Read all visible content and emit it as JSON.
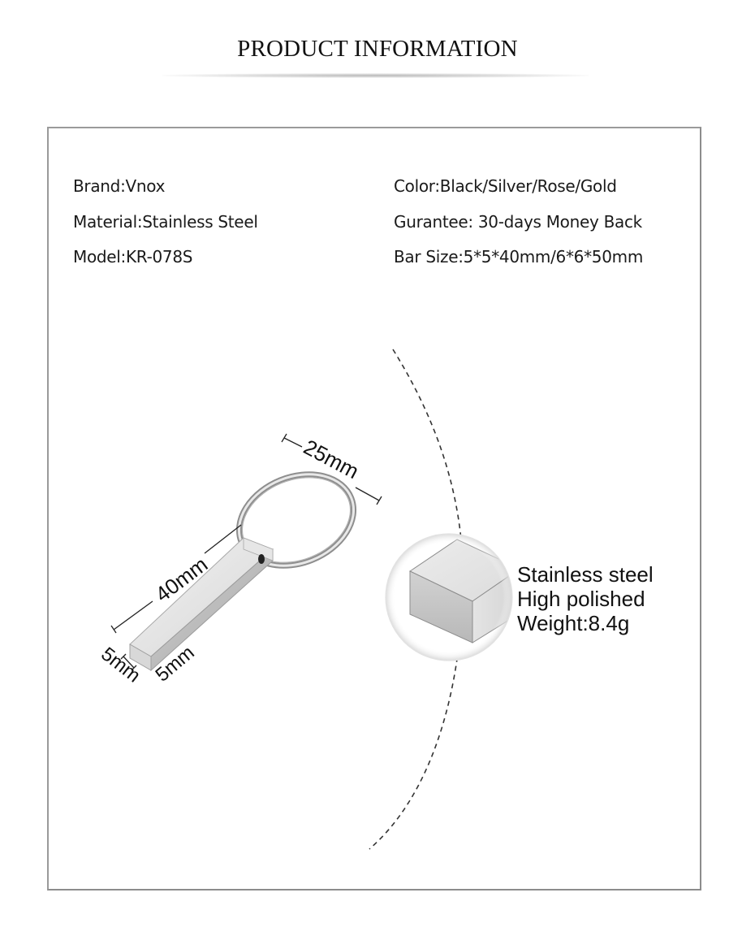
{
  "header": {
    "title": "PRODUCT INFORMATION"
  },
  "specs": {
    "left": [
      {
        "label": "Brand",
        "value": "Vnox",
        "text": "Brand:Vnox"
      },
      {
        "label": "Material",
        "value": "Stainless Steel",
        "text": "Material:Stainless Steel"
      },
      {
        "label": "Model",
        "value": "KR-078S",
        "text": "Model:KR-078S"
      }
    ],
    "right": [
      {
        "label": "Color",
        "value": "Black/Silver/Rose/Gold",
        "text": "Color:Black/Silver/Rose/Gold"
      },
      {
        "label": "Gurantee",
        "value": "30-days Money Back",
        "text": "Gurantee: 30-days Money Back"
      },
      {
        "label": "Bar Size",
        "value": "5*5*40mm/6*6*50mm",
        "text": "Bar Size:5*5*40mm/6*6*50mm"
      }
    ]
  },
  "diagram": {
    "dimensions": {
      "ring_diameter": "25mm",
      "bar_length": "40mm",
      "bar_width": "5mm",
      "bar_depth": "5mm"
    },
    "detail": {
      "line1": "Stainless steel",
      "line2": "High polished",
      "line3": "Weight:8.4g"
    }
  },
  "colors": {
    "border": "#8c8c8c",
    "text": "#1a1a1a",
    "metal_light": "#e6e6e6",
    "metal_mid": "#c8c8c8",
    "metal_dark": "#9a9a9a"
  }
}
